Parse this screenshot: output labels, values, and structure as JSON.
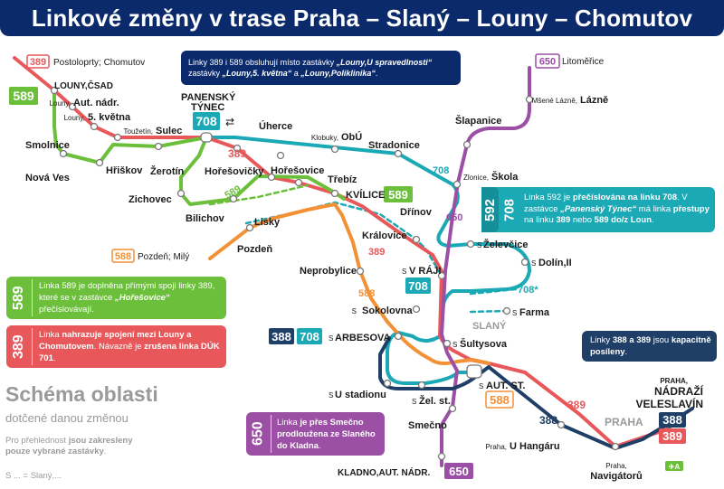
{
  "title": "Linkové změny v trase Praha – Slaný – Louny – Chomutov",
  "colors": {
    "navy": "#0a2a6b",
    "red": "#e8585a",
    "green": "#6cbf3a",
    "orange": "#f39137",
    "teal": "#1aa9b5",
    "purple": "#9b4fa5",
    "darkblue": "#1f3f66",
    "gray": "#9a9a9a"
  },
  "line_badges": {
    "l389_top": "389",
    "l589_left": "589",
    "l708_tynec": "708",
    "l389_hor": "389",
    "l589_kvilice": "589",
    "l589_diag": "589",
    "l708_track": "708",
    "l650_vert": "650",
    "l389_kral": "389",
    "l588_track": "588",
    "l708_vraji": "708",
    "l708_star": "708*",
    "l388_arb": "388",
    "l708_arb": "708",
    "l588_aut": "588",
    "l389_praha": "389",
    "l388_praha": "388",
    "l388_nadr": "388",
    "l389_nadr": "389",
    "l650_bottom": "650",
    "l650_top": "650",
    "l588_pozden": "588",
    "praha_label": "PRAHA"
  },
  "stops": {
    "postoloprty": "Postoloprty; Chomutov",
    "louny_csad": "LOUNY,ČSAD",
    "louny_aut_prefix": "Louny,",
    "louny_aut_name": "Aut. nádr.",
    "louny_5kv_prefix": "Louny,",
    "louny_5kv_name": "5. května",
    "toužetín_prefix": "Toužetín,",
    "sulec": "Sulec",
    "smolnice": "Smolnice",
    "nova_ves": "Nová Ves",
    "hriskov": "Hřiškov",
    "zerotin": "Žerotín",
    "zichovec": "Zichovec",
    "bilichov": "Bilichov",
    "horesovicky": "Hořešovičky",
    "horesovice": "Hořešovice",
    "trebiz": "Třebíz",
    "kvilice": "KVÍLICE",
    "pozden_mily": "Pozdeň; Milý",
    "pozden": "Pozdeň",
    "lisky": "Lisky",
    "panensky_tynec": "PANENSKÝ TÝNEC",
    "uherce": "Úherce",
    "klobuky_prefix": "Klobuky,",
    "klobuky_name": "ObÚ",
    "stradonice": "Stradonice",
    "slapanice": "Šlapanice",
    "zlonice_prefix": "Zlonice,",
    "zlonice_name": "Škola",
    "drinov": "Dřínov",
    "kralovice": "Královice",
    "neprobylice": "Neprobylice",
    "zelevcice": "Želevčice",
    "dolin": "Dolín,II",
    "v_raji": "V RÁJI",
    "sokolovna": "Sokolovna",
    "farma": "Farma",
    "slany": "SLANÝ",
    "sultysova": "Šultysova",
    "arbesova": "ARBESOVA",
    "aut_st": "AUT. ST.",
    "u_stadionu": "U stadionu",
    "zel_st": "Žel. st.",
    "smecno": "Smečno",
    "kladno": "KLADNO,AUT. NÁDR.",
    "litomerice": "Litoměřice",
    "msene_prefix": "Mšené Lázně,",
    "msene_name": "Lázně",
    "u_hangaru_prefix": "Praha,",
    "u_hangaru_name": "U Hangáru",
    "navigatoru_prefix": "Praha,",
    "navigatoru_name": "Navigátorů",
    "veleslavin_prefix": "PRAHA,",
    "veleslavin_l1": "NÁDRAŽÍ",
    "veleslavin_l2": "VELESLAVÍN",
    "s_prefix": "S"
  },
  "notes": {
    "top": {
      "text_a": "Linky 389 i 589 obsluhují místo zastávky ",
      "text_b": "„Louny,U spravedlnosti“",
      "text_c": " zastávky ",
      "text_d": "„Louny,5. května“",
      "text_e": " a ",
      "text_f": "„Louny,Poliklinika“",
      "text_g": "."
    },
    "l589": {
      "badge": "589",
      "text_a": "Linka 589 je doplněna přímými spoji linky 389, které se v zastávce ",
      "text_b": "„Hořešovice“",
      "text_c": " přečíslovávají."
    },
    "l389": {
      "badge": "389",
      "text_a": "Linka ",
      "text_b": "nahrazuje spojení mezi Louny a Chomutovem",
      "text_c": ". Návazně je ",
      "text_d": "zrušena linka DÚK 701",
      "text_e": "."
    },
    "l592": {
      "badge_a": "592",
      "badge_b": "708",
      "text_a": "Linka 592 je ",
      "text_b": "přečíslována na linku 708",
      "text_c": ". V zastávce ",
      "text_d": "„Panenský Týnec“",
      "text_e": " má linka ",
      "text_f": "přestupy",
      "text_g": " na linku ",
      "text_h": "389",
      "text_i": " nebo ",
      "text_j": "589 do/z Loun",
      "text_k": "."
    },
    "l388": {
      "text_a": "Linky ",
      "text_b": "388 a 389",
      "text_c": " jsou ",
      "text_d": "kapacitně posíleny",
      "text_e": "."
    },
    "l650": {
      "badge": "650",
      "text_a": "Linka ",
      "text_b": "je přes Smečno prodloužena ze Slaného do Kladna",
      "text_c": "."
    }
  },
  "legend": {
    "title": "Schéma oblasti",
    "subtitle": "dotčené danou změnou",
    "note_a": "Pro přehlednost ",
    "note_b": "jsou zakresleny pouze vybrané zastávky",
    "note_c": ".",
    "abbr": "S ... = Slaný,..."
  }
}
